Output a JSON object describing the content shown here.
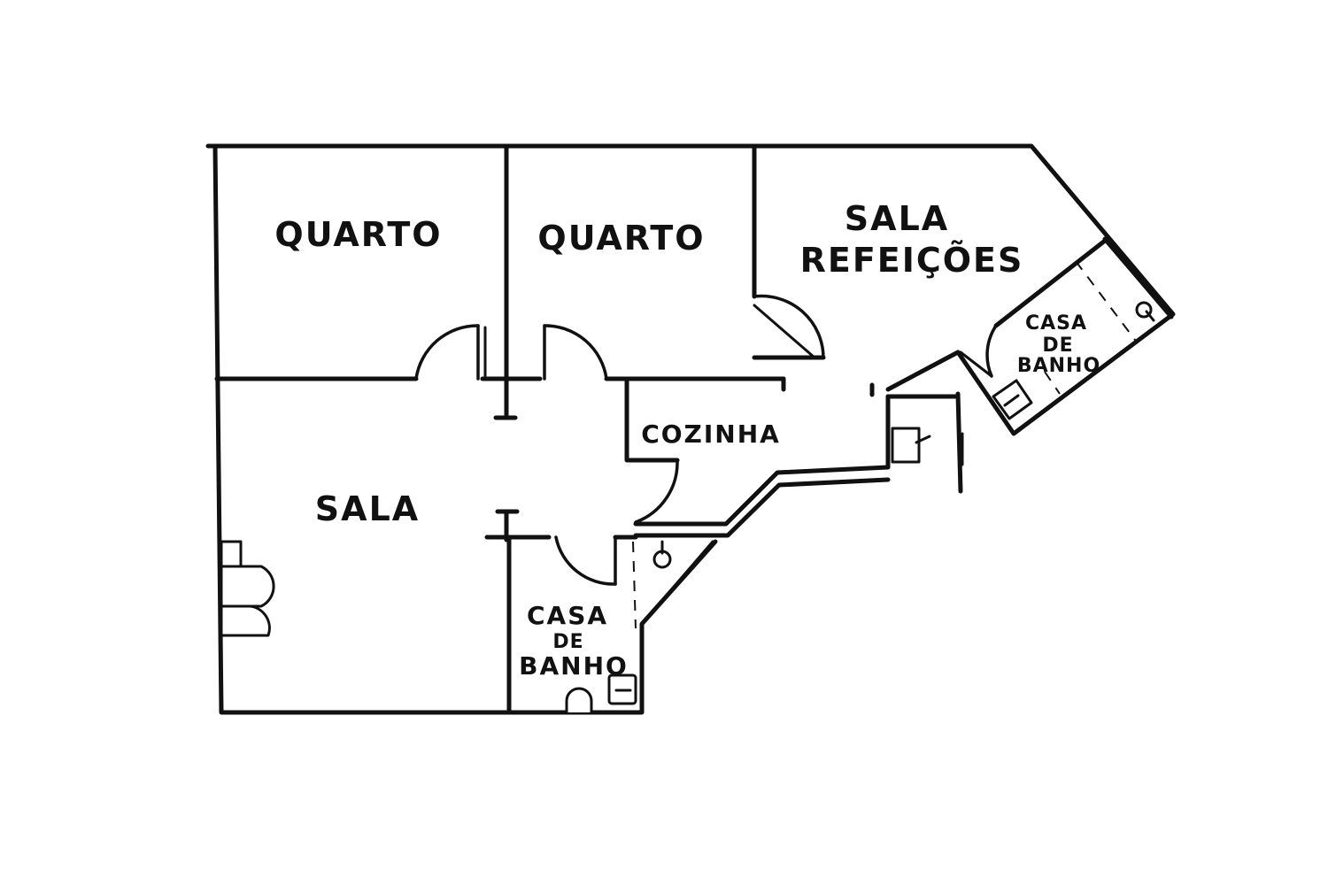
{
  "plan": {
    "rooms": {
      "quarto_1": "QUARTO",
      "quarto_2": "QUARTO",
      "sala_refeicoes_line1": "SALA",
      "sala_refeicoes_line2": "REFEIÇÕES",
      "cozinha": "COZINHA",
      "sala": "SALA",
      "casa_banho_1": [
        "CASA",
        "DE",
        "BANHO"
      ],
      "casa_banho_2": [
        "CASA",
        "DE",
        "BANHO"
      ]
    },
    "colors": {
      "line": "#111111",
      "background": "#ffffff"
    }
  }
}
